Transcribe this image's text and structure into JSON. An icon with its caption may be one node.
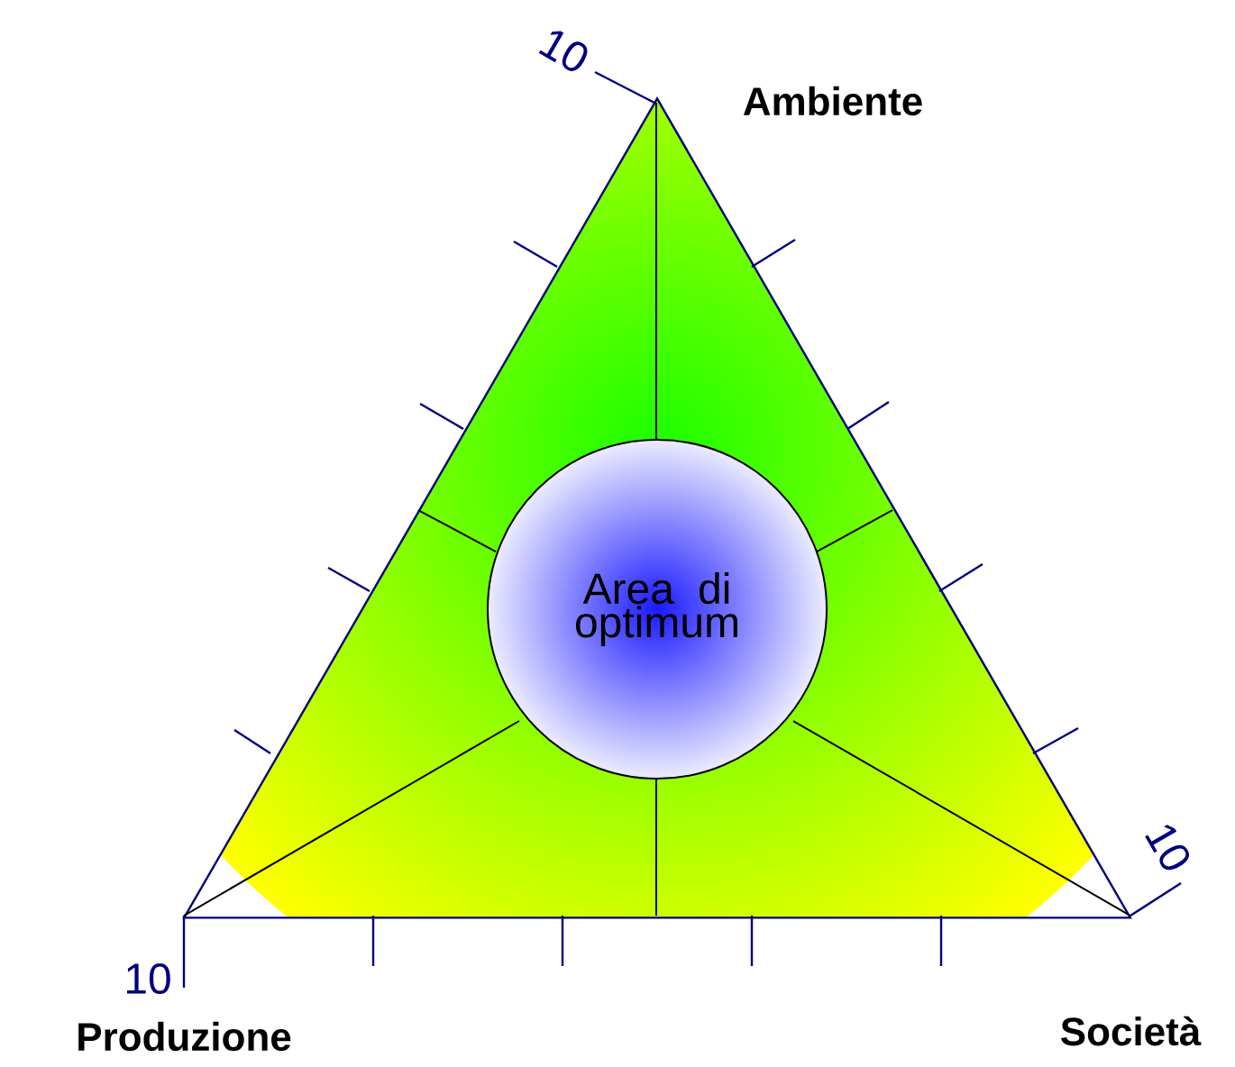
{
  "diagram": {
    "nodes": [
      {
        "text": [],
        "shape": "triangle"
      },
      {
        "text": [
          "Area di optimum"
        ],
        "in": 0
      }
    ],
    "labels": [
      "10",
      "Ambiente",
      "10",
      "10",
      "Produzione",
      "Società"
    ]
  }
}
